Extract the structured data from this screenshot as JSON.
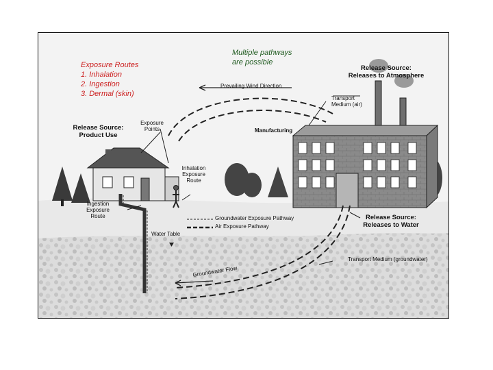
{
  "exposure_routes": {
    "title": "Exposure Routes",
    "items": [
      "1. Inhalation",
      "2. Ingestion",
      "3. Dermal (skin)"
    ]
  },
  "note": {
    "line1": "Multiple pathways",
    "line2": "are possible"
  },
  "labels": {
    "release_atmosphere_1": "Release Source:",
    "release_atmosphere_2": "Releases to Atmosphere",
    "wind": "Prevailing Wind Direction",
    "transport_air_1": "Transport",
    "transport_air_2": "Medium (air)",
    "release_product_1": "Release Source:",
    "release_product_2": "Product Use",
    "exposure_points_1": "Exposure",
    "exposure_points_2": "Points",
    "manufacturing": "Manufacturing",
    "inhalation_1": "Inhalation",
    "inhalation_2": "Exposure",
    "inhalation_3": "Route",
    "ingestion_1": "Ingestion",
    "ingestion_2": "Exposure",
    "ingestion_3": "Route",
    "legend_groundwater": "Groundwater Exposure Pathway",
    "legend_air": "Air Exposure Pathway",
    "water_table": "Water Table",
    "release_water_1": "Release Source:",
    "release_water_2": "Releases to Water",
    "transport_groundwater": "Transport Medium (groundwater)",
    "groundwater_flow": "Groundwater Flow"
  },
  "colors": {
    "red_text": "#cc1f1f",
    "green_text": "#1f5a1f",
    "ground": "#d9d9d9",
    "sky": "#f3f3f3"
  }
}
